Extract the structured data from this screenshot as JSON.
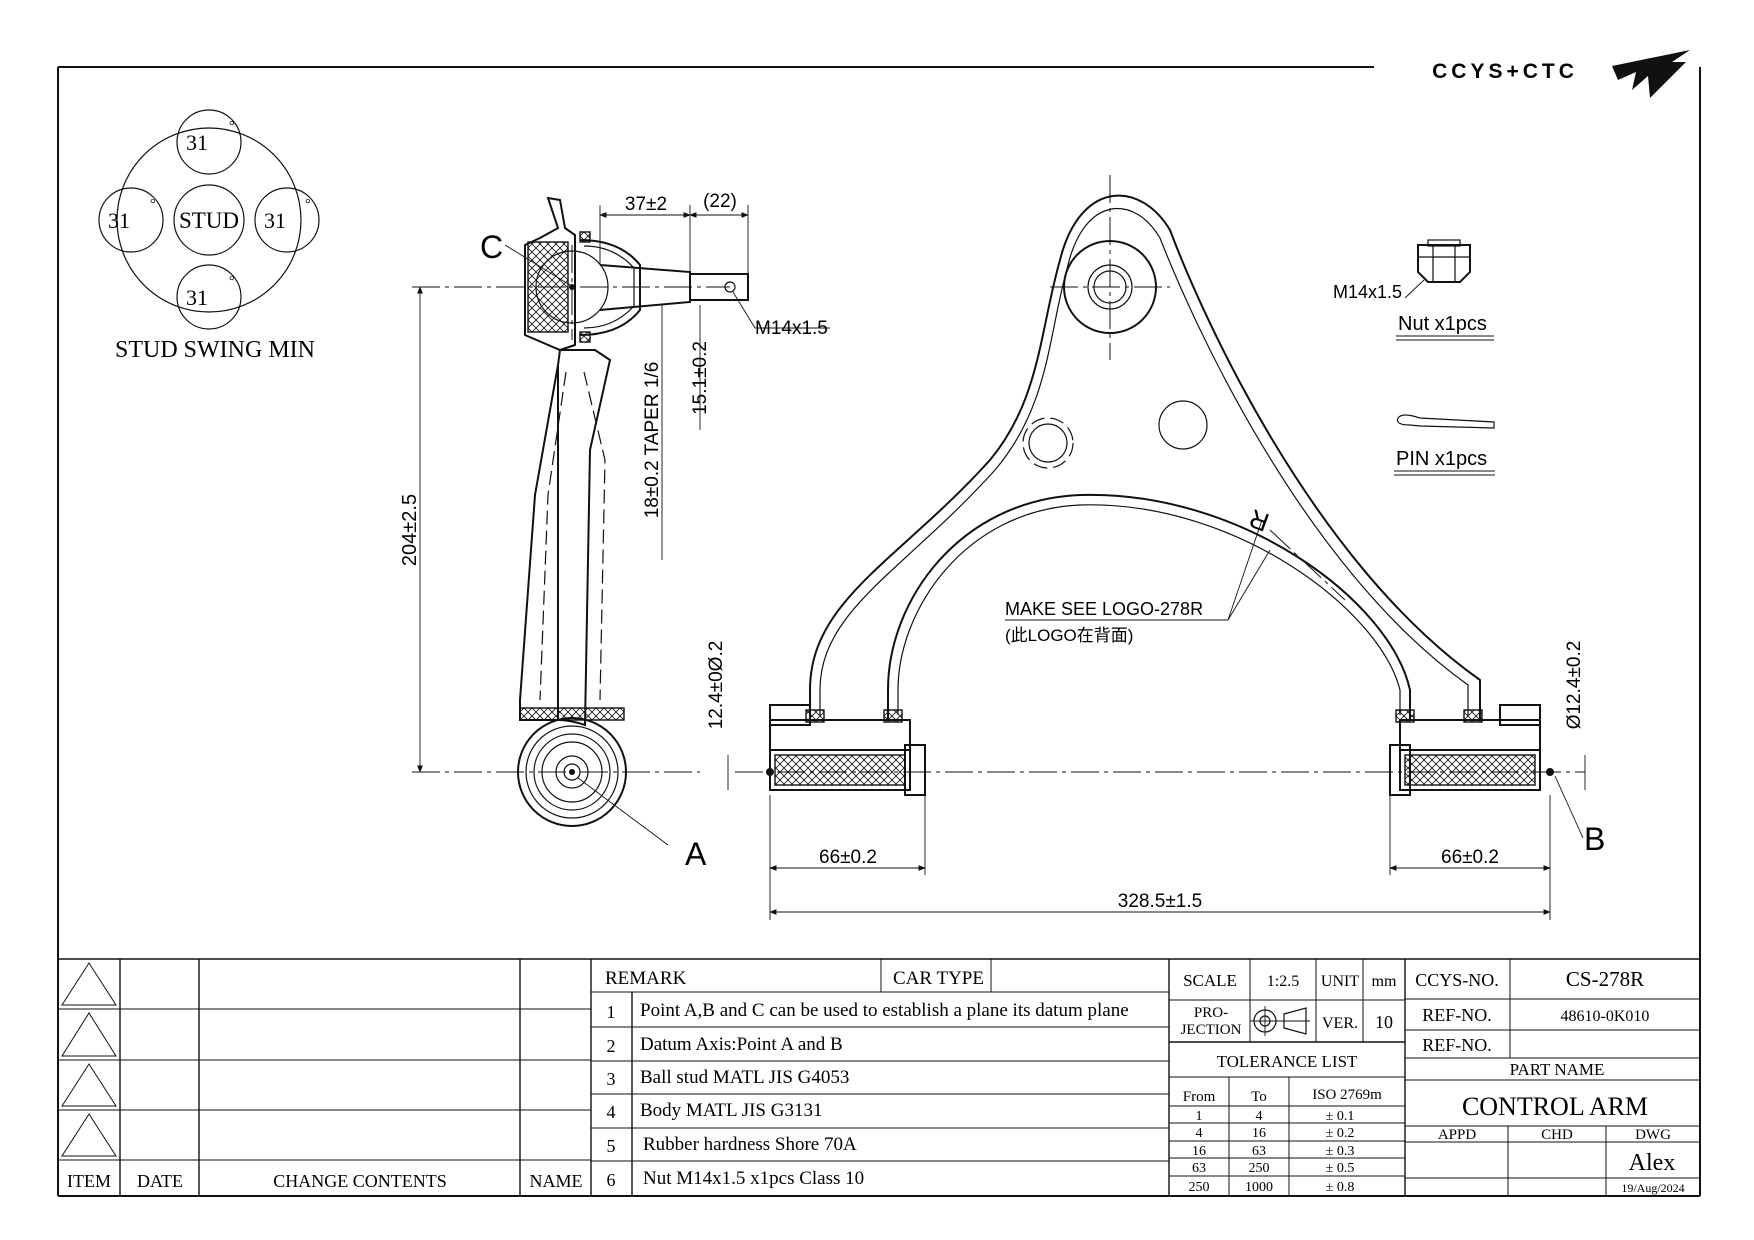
{
  "logo": {
    "brand": "CCYS+CTC"
  },
  "stud_swing": {
    "center_label": "STUD",
    "angles": [
      "31",
      "31",
      "31",
      "31"
    ],
    "degree_symbol": "°",
    "caption": "STUD SWING MIN"
  },
  "side_view": {
    "dim_overall_height": "204±2.5",
    "dim_stud_length": "37±2",
    "dim_thread_length": "(22)",
    "dim_taper": "18±0.2 TAPER 1/6",
    "dim_stud_offset": "15.1±0.2",
    "thread_callout": "M14x1.5",
    "point_c": "C",
    "point_a": "A"
  },
  "top_view": {
    "bushing_dia_left": "12.4±0Ø.2",
    "bushing_dia_right": "Ø12.4±0.2",
    "bushing_len_left": "66±0.2",
    "bushing_len_right": "66±0.2",
    "overall_width": "328.5±1.5",
    "logo_note_1": "MAKE SEE LOGO-278R",
    "logo_note_2": "(此LOGO在背面)",
    "logo_mark": "R",
    "point_b": "B"
  },
  "parts": {
    "nut_thread": "M14x1.5",
    "nut_label": "Nut x1pcs",
    "pin_label": "PIN x1pcs"
  },
  "revision_block": {
    "headers": {
      "item": "ITEM",
      "date": "DATE",
      "change": "CHANGE CONTENTS",
      "name": "NAME"
    }
  },
  "remarks": {
    "header": "REMARK",
    "car_type_label": "CAR TYPE",
    "car_type_value": "",
    "items": [
      {
        "no": "1",
        "text": "Point A,B and C can be used to establish a plane its datum plane"
      },
      {
        "no": "2",
        "text": "Datum Axis:Point A and B"
      },
      {
        "no": "3",
        "text": "Ball stud MATL JIS G4053"
      },
      {
        "no": "4",
        "text": "Body MATL JIS G3131"
      },
      {
        "no": "5",
        "text": "Rubber hardness Shore 70A"
      },
      {
        "no": "6",
        "text": "Nut M14x1.5 x1pcs Class 10"
      }
    ]
  },
  "scale_block": {
    "scale_label": "SCALE",
    "scale_value": "1:2.5",
    "unit_label": "UNIT",
    "unit_value": "mm",
    "projection_label_1": "PRO-",
    "projection_label_2": "JECTION",
    "ver_label": "VER.",
    "ver_value": "10"
  },
  "tolerance": {
    "title": "TOLERANCE LIST",
    "headers": [
      "From",
      "To",
      "ISO 2769m"
    ],
    "rows": [
      [
        "1",
        "4",
        "± 0.1"
      ],
      [
        "4",
        "16",
        "± 0.2"
      ],
      [
        "16",
        "63",
        "± 0.3"
      ],
      [
        "63",
        "250",
        "± 0.5"
      ],
      [
        "250",
        "1000",
        "± 0.8"
      ]
    ]
  },
  "part_info": {
    "ccys_no_label": "CCYS-NO.",
    "ccys_no_value": "CS-278R",
    "ref_no_label_1": "REF-NO.",
    "ref_no_value_1": "48610-0K010",
    "ref_no_label_2": "REF-NO.",
    "ref_no_value_2": "",
    "part_name_label": "PART NAME",
    "part_name_value": "CONTROL ARM",
    "appd_label": "APPD",
    "chd_label": "CHD",
    "dwg_label": "DWG",
    "dwg_value": "Alex",
    "date_value": "19/Aug/2024"
  }
}
